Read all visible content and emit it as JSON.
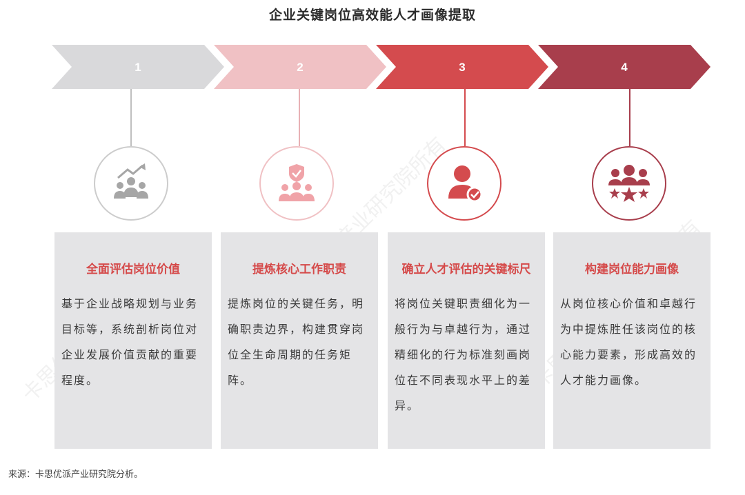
{
  "title": "企业关键岗位高效能人才画像提取",
  "watermark": "卡思优派产业研究院所有",
  "steps": [
    {
      "number": "1",
      "title": "全面评估岗位价值",
      "body": "基于企业战略规划与业务目标等，系统剖析岗位对企业发展价值贡献的重要程度。",
      "icon": "team-growth-icon",
      "chevron_color": "#d9d9db",
      "circle_color": "#cccccc",
      "connector_color": "#bfbfbf",
      "icon_color": "#a6a6a6"
    },
    {
      "number": "2",
      "title": "提炼核心工作职责",
      "body": "提炼岗位的关键任务，明确职责边界，构建贯穿岗位全生命周期的任务矩阵。",
      "icon": "team-shield-check-icon",
      "chevron_color": "#f0c1c4",
      "circle_color": "#f0c1c4",
      "connector_color": "#e8b1b4",
      "icon_color": "#f0a3a8"
    },
    {
      "number": "3",
      "title": "确立人才评估的关键标尺",
      "body": "将岗位关键职责细化为一般行为与卓越行为，通过精细化的行为标准刻画岗位在不同表现水平上的差异。",
      "icon": "person-check-icon",
      "chevron_color": "#d44b4e",
      "circle_color": "#d44b4e",
      "connector_color": "#d44b4e",
      "icon_color": "#d44b4e"
    },
    {
      "number": "4",
      "title": "构建岗位能力画像",
      "body": "从岗位核心价值和卓越行为中提炼胜任该岗位的核心能力要素，形成高效的人才能力画像。",
      "icon": "team-stars-icon",
      "chevron_color": "#a83e4c",
      "circle_color": "#a83e4c",
      "connector_color": "#a83e4c",
      "icon_color": "#a83e4c"
    }
  ],
  "source": "来源：卡思优派产业研究院分析。"
}
